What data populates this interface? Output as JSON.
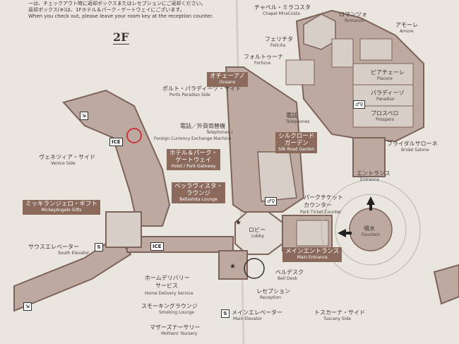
{
  "header": {
    "line1": "ーは、チェックアウト時に返却ボックスまたはレセプションにご返却ください。",
    "line2": "返却ボックス(※)は、1Fホテル＆パーク・ゲートウェイにございます。",
    "line3": "When you check out, please leave your room key at the reception counter."
  },
  "floor_label": "2F",
  "areas": {
    "porto": {
      "jp": "ポルト・パラディーゾ・サイド",
      "en": "Porto Paradiso Side"
    },
    "venice": {
      "jp": "ヴェネツィア・サイド",
      "en": "Venice Side"
    },
    "tuscany": {
      "jp": "トスカーナ・サイド",
      "en": "Tuscany Side"
    }
  },
  "labels": {
    "chapel": {
      "jp": "チャペル・ミラコスタ",
      "en": "Chapel MiraCosta"
    },
    "romanzo": {
      "jp": "ロマンツォ",
      "en": "Romanzo"
    },
    "amore": {
      "jp": "アモーレ",
      "en": "Amore"
    },
    "felicita": {
      "jp": "フェリチタ",
      "en": "Felicita"
    },
    "fortuna": {
      "jp": "フォルトゥーナ",
      "en": "Fortuna"
    },
    "piacere": {
      "jp": "ピアチェーレ",
      "en": "Piacere"
    },
    "paradiso": {
      "jp": "パラディーゾ",
      "en": "Paradiso"
    },
    "prospero": {
      "jp": "プロスペロ",
      "en": "Prospero"
    },
    "bridal": {
      "jp": "ブライダルサローネ",
      "en": "Bridal Salone"
    },
    "phone": {
      "jp": "電話",
      "en": "Telephones"
    },
    "telex": {
      "jp": "電話／外貨両替機",
      "en1": "Telephones /",
      "en2": "Foreign Currency Exchange Machine"
    },
    "entrance": {
      "jp": "エントランス",
      "en": "Entrance"
    },
    "park_ticket": {
      "jp1": "パークチケット",
      "jp2": "カウンター",
      "en": "Park Ticket Counter"
    },
    "fountain": {
      "jp": "噴水",
      "en": "Fountain"
    },
    "lobby": {
      "jp": "ロビー",
      "en": "Lobby"
    },
    "south_elev": {
      "jp": "サウスエレベーター",
      "en": "South Elevator"
    },
    "home_delivery": {
      "jp1": "ホームデリバリー",
      "jp2": "サービス",
      "en": "Home Delivery Service"
    },
    "smoking": {
      "jp": "スモーキングラウンジ",
      "en": "Smoking Lounge"
    },
    "mothers": {
      "jp": "マザーズナーサリー",
      "en": "Mothers' Nursery"
    },
    "main_elev": {
      "jp": "メインエレベーター",
      "en": "Main Elevator"
    },
    "reception": {
      "jp": "レセプション",
      "en": "Reception"
    },
    "bell_desk": {
      "jp": "ベルデスク",
      "en": "Bell Desk"
    }
  },
  "boxes": {
    "oceano": {
      "jp": "オチェーアノ",
      "en": "Oceano"
    },
    "silk": {
      "jp1": "シルクロード",
      "jp2": "ガーデン",
      "en": "Silk Road Garden"
    },
    "hotel_gateway": {
      "jp1": "ホテル＆パーク・",
      "jp2": "ゲートウェイ",
      "en": "Hotel / Park Gateway"
    },
    "bellavista": {
      "jp1": "ベッラヴィスタ・",
      "jp2": "ラウンジ",
      "en": "BellaVista Lounge"
    },
    "mickey": {
      "jp": "ミッキランジェロ・ギフト",
      "en": "MickeyAngelo Gifts"
    },
    "main_entrance": {
      "jp": "メインエントランス",
      "en": "Main Entrance"
    }
  },
  "icons": {
    "ice": "ICE"
  },
  "colors": {
    "paper": "#e9e6e0",
    "wall": "#8a7068",
    "floor": "#bda9a0",
    "room": "#d8cec8",
    "label_box": "#8b6a5c"
  }
}
